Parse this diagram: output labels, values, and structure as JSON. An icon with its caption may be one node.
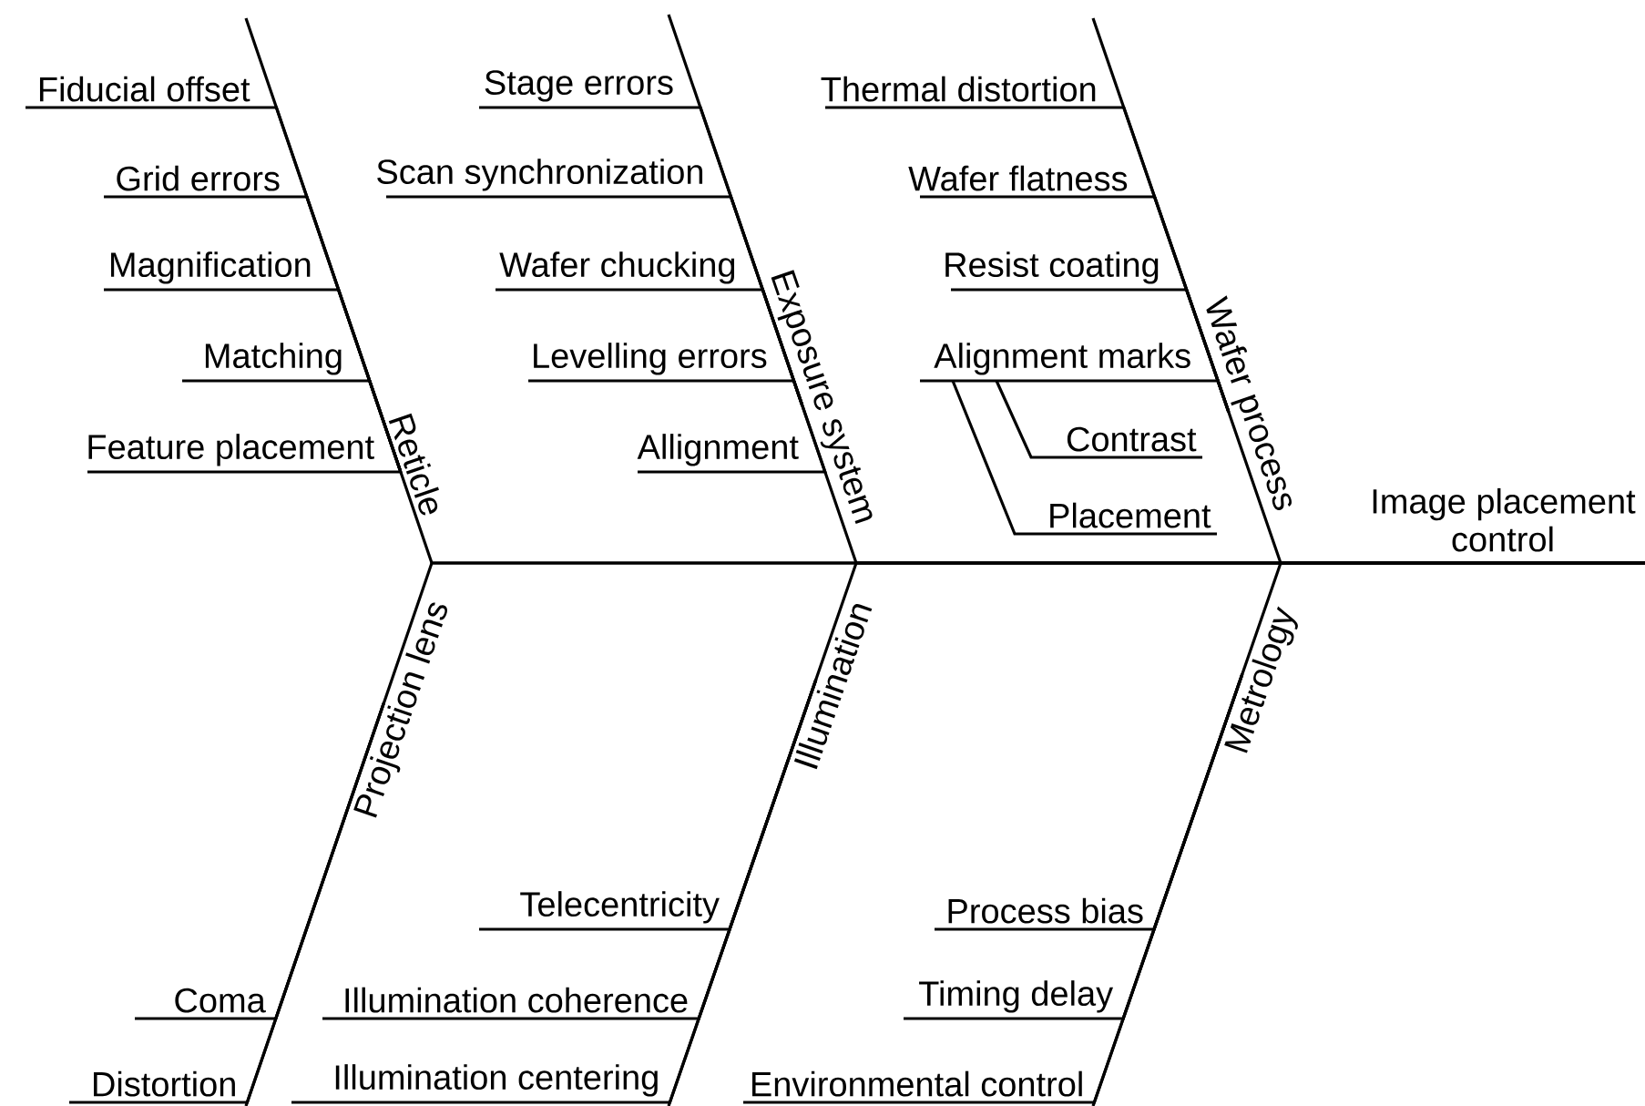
{
  "diagram": {
    "nodes": [
      {
        "text": [
          "Reticle"
        ]
      },
      {
        "text": [
          "Fiducial offset"
        ]
      },
      {
        "text": [
          "Grid errors"
        ]
      },
      {
        "text": [
          "Magnification"
        ]
      },
      {
        "text": [
          "Matching"
        ]
      },
      {
        "text": [
          "Feature placement"
        ]
      },
      {
        "text": [
          "Exposure system"
        ]
      },
      {
        "text": [
          "Stage errors"
        ]
      },
      {
        "text": [
          "Scan synchronization"
        ]
      },
      {
        "text": [
          "Wafer chucking"
        ]
      },
      {
        "text": [
          "Levelling errors"
        ]
      },
      {
        "text": [
          "Allignment"
        ]
      },
      {
        "text": [
          "Wafer process"
        ]
      },
      {
        "text": [
          "Thermal distortion"
        ]
      },
      {
        "text": [
          "Wafer flatness"
        ]
      },
      {
        "text": [
          "Resist coating"
        ]
      },
      {
        "text": [
          "Alignment marks"
        ]
      },
      {
        "text": [
          "Contrast"
        ]
      },
      {
        "text": [
          "Placement"
        ]
      },
      {
        "text": [
          "Image placement control"
        ]
      },
      {
        "text": [
          "Projection lens"
        ]
      },
      {
        "text": [
          "Coma"
        ]
      },
      {
        "text": [
          "Distortion"
        ]
      },
      {
        "text": [
          "Illumination"
        ]
      },
      {
        "text": [
          "Telecentricity"
        ]
      },
      {
        "text": [
          "Illumination coherence"
        ]
      },
      {
        "text": [
          "Illumination centering"
        ]
      },
      {
        "text": [
          "Metrology"
        ]
      },
      {
        "text": [
          "Process bias"
        ]
      },
      {
        "text": [
          "Timing delay"
        ]
      },
      {
        "text": [
          "Environmental control"
        ]
      }
    ],
    "edges": [
      {
        "from": 0,
        "to": 19,
        "arrow": "none"
      },
      {
        "from": 6,
        "to": 19,
        "arrow": "none"
      },
      {
        "from": 12,
        "to": 19,
        "arrow": "none"
      },
      {
        "from": 20,
        "to": 19,
        "arrow": "none"
      },
      {
        "from": 23,
        "to": 19,
        "arrow": "none"
      },
      {
        "from": 27,
        "to": 19,
        "arrow": "none"
      },
      {
        "from": 1,
        "to": 0,
        "arrow": "none"
      },
      {
        "from": 2,
        "to": 0,
        "arrow": "none"
      },
      {
        "from": 3,
        "to": 0,
        "arrow": "none"
      },
      {
        "from": 4,
        "to": 0,
        "arrow": "none"
      },
      {
        "from": 5,
        "to": 0,
        "arrow": "none"
      },
      {
        "from": 7,
        "to": 6,
        "arrow": "none"
      },
      {
        "from": 8,
        "to": 6,
        "arrow": "none"
      },
      {
        "from": 9,
        "to": 6,
        "arrow": "none"
      },
      {
        "from": 10,
        "to": 6,
        "arrow": "none"
      },
      {
        "from": 11,
        "to": 6,
        "arrow": "none"
      },
      {
        "from": 13,
        "to": 12,
        "arrow": "none"
      },
      {
        "from": 14,
        "to": 12,
        "arrow": "none"
      },
      {
        "from": 15,
        "to": 12,
        "arrow": "none"
      },
      {
        "from": 16,
        "to": 12,
        "arrow": "none"
      },
      {
        "from": 17,
        "to": 16,
        "arrow": "none"
      },
      {
        "from": 18,
        "to": 16,
        "arrow": "none"
      },
      {
        "from": 21,
        "to": 20,
        "arrow": "none"
      },
      {
        "from": 22,
        "to": 20,
        "arrow": "none"
      },
      {
        "from": 24,
        "to": 23,
        "arrow": "none"
      },
      {
        "from": 25,
        "to": 23,
        "arrow": "none"
      },
      {
        "from": 26,
        "to": 23,
        "arrow": "none"
      },
      {
        "from": 28,
        "to": 27,
        "arrow": "none"
      },
      {
        "from": 29,
        "to": 27,
        "arrow": "none"
      },
      {
        "from": 30,
        "to": 27,
        "arrow": "none"
      }
    ]
  }
}
